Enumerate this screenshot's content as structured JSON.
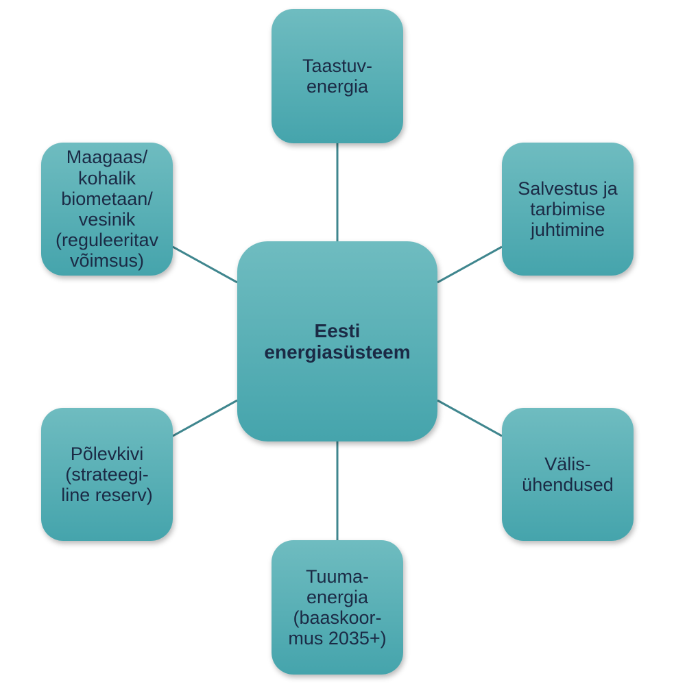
{
  "center": {
    "label": "Eesti\nenergiasüsteem"
  },
  "nodes": [
    {
      "id": "top",
      "label": "Taastuv-\nenergia"
    },
    {
      "id": "right1",
      "label": "Salvestus ja\ntarbimise\njuhtimine"
    },
    {
      "id": "right2",
      "label": "Välis-\nühendused"
    },
    {
      "id": "bottom",
      "label": "Tuuma-\nenergia\n(baaskoor-\nmus 2035+)"
    },
    {
      "id": "left2",
      "label": "Põlevkivi\n(strateegi-\nline reserv)"
    },
    {
      "id": "left1",
      "label": "Maagaas/\nkohalik\nbiometaan/\nvesinik\n(reguleeritav\nvõimsus)"
    }
  ],
  "colors": {
    "node_fill_top": "#6fbcc0",
    "node_fill_bottom": "#45a4ac",
    "connector": "#3f868e",
    "text": "#1b2a45"
  }
}
